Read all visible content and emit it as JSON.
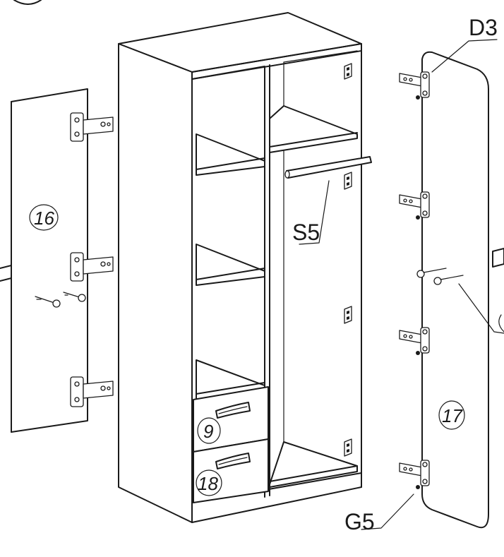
{
  "labels": {
    "screw_callout_top": "D3",
    "rail_callout": "S5",
    "cam_callout": "G5",
    "door_left_part": "16",
    "door_right_part": "17",
    "drawer_top_part": "9",
    "drawer_bottom_part": "18"
  },
  "colors": {
    "line": "#1a1a1a",
    "background": "#ffffff"
  }
}
